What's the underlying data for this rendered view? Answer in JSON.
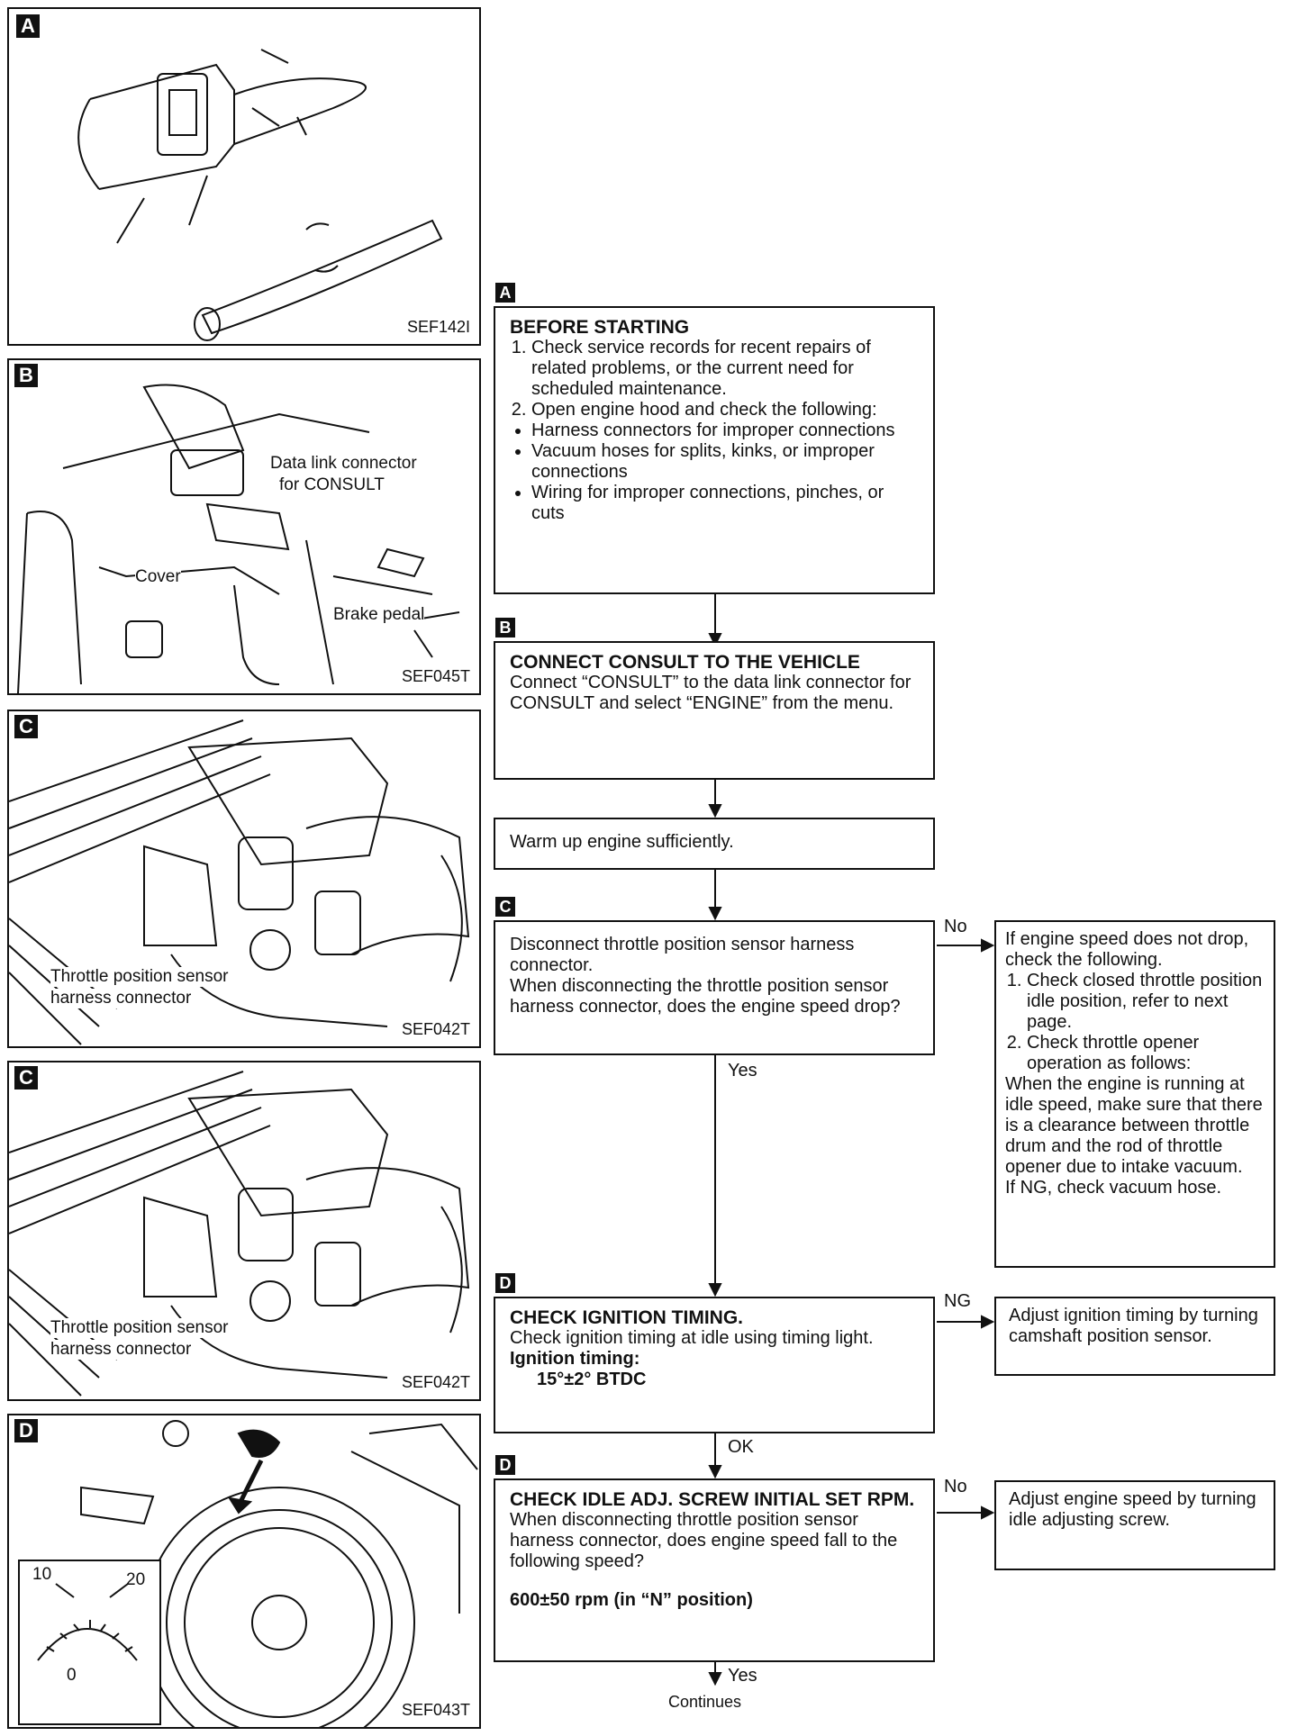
{
  "panels": [
    {
      "id": "A",
      "ref": "SEF142I"
    },
    {
      "id": "B",
      "ref": "SEF045T",
      "callouts": [
        "Data link connector",
        "for CONSULT",
        "Cover",
        "Brake pedal"
      ]
    },
    {
      "id": "C",
      "ref": "SEF042T",
      "callouts": [
        "Throttle position sensor",
        "harness connector"
      ]
    },
    {
      "id": "C",
      "ref": "SEF042T",
      "callouts": [
        "Throttle position sensor",
        "harness connector"
      ]
    },
    {
      "id": "D",
      "ref": "SEF043T",
      "gauge": [
        "10",
        "20",
        "0"
      ]
    }
  ],
  "flow": {
    "stepA": {
      "badge": "A",
      "title": "BEFORE STARTING",
      "numbered": [
        "Check service records for recent repairs of related problems, or the current need for scheduled maintenance.",
        "Open engine hood and check the following:"
      ],
      "bullets": [
        "Harness connectors for improper connections",
        "Vacuum hoses for splits, kinks, or improper connections",
        "Wiring for improper connections, pinches, or cuts"
      ]
    },
    "stepB": {
      "badge": "B",
      "title": "CONNECT CONSULT TO THE VEHICLE",
      "body": "Connect “CONSULT” to the data link connector for CONSULT and select “ENGINE” from the menu."
    },
    "warmup": "Warm up engine sufficiently.",
    "stepC": {
      "badge": "C",
      "body1": "Disconnect throttle position sensor harness connector.",
      "body2": "When disconnecting the throttle position sensor harness connector, does the engine speed drop?",
      "no_label": "No",
      "yes_label": "Yes",
      "no_box": {
        "intro": "If engine speed does not drop, check the following.",
        "items": [
          "Check closed throttle position idle position, refer to next page.",
          "Check throttle opener operation as follows:"
        ],
        "detail": "When the engine is running at idle speed, make sure that there is a clearance between throttle drum and the rod of throttle opener due to intake vacuum.",
        "last": "If NG, check vacuum hose."
      }
    },
    "stepD1": {
      "badge": "D",
      "title": "CHECK IGNITION TIMING.",
      "body": "Check ignition timing at idle using timing light.",
      "spec_label": "Ignition timing:",
      "spec_value": "15°±2° BTDC",
      "ng_label": "NG",
      "ok_label": "OK",
      "ng_box": "Adjust ignition timing by turning camshaft position sensor."
    },
    "stepD2": {
      "badge": "D",
      "title": "CHECK IDLE ADJ. SCREW INITIAL SET RPM.",
      "body": "When disconnecting throttle position sensor harness connector, does engine speed fall to the following speed?",
      "spec": "600±50 rpm (in “N” position)",
      "no_label": "No",
      "no_box": "Adjust engine speed by turning idle adjusting screw.",
      "yes_label": "Yes",
      "continues": "Continues"
    }
  }
}
